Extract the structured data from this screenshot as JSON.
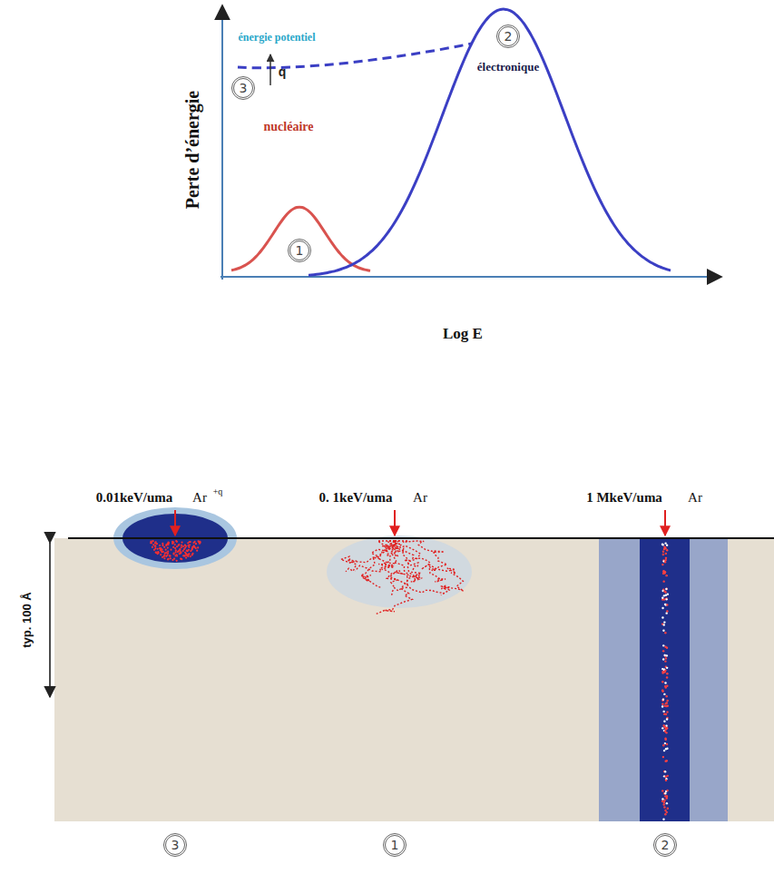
{
  "diagram": {
    "nodes": [
      {
        "text": [
          "2"
        ]
      },
      {
        "text": [
          "3"
        ]
      },
      {
        "text": [
          "1"
        ]
      },
      {
        "text": [
          "3"
        ]
      },
      {
        "text": [
          "1"
        ]
      },
      {
        "text": [
          "2"
        ]
      }
    ],
    "labels": [
      "énergie potentiel",
      "q",
      "nucléaire",
      "électronique",
      "Perte d’énergie",
      "Log E",
      "0.01keV/uma",
      "Ar",
      "+q",
      "0. 1keV/uma",
      "Ar",
      "1 MkeV/uma",
      "Ar",
      "typ. 100 Å"
    ]
  }
}
